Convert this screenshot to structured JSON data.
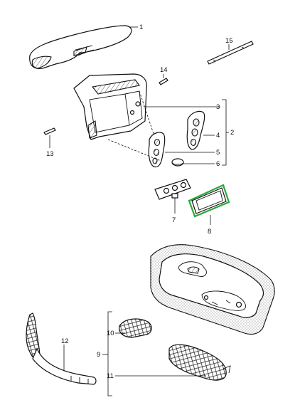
{
  "diagram": {
    "highlight_color": "#2aa83a",
    "line_color": "#111111",
    "callouts": {
      "c1": "1",
      "c2": "2",
      "c3": "3",
      "c4": "4",
      "c5": "5",
      "c6": "6",
      "c7": "7",
      "c8": "8",
      "c9": "9",
      "c10": "10",
      "c11": "11",
      "c12": "12",
      "c13": "13",
      "c14": "14",
      "c15": "15"
    }
  }
}
